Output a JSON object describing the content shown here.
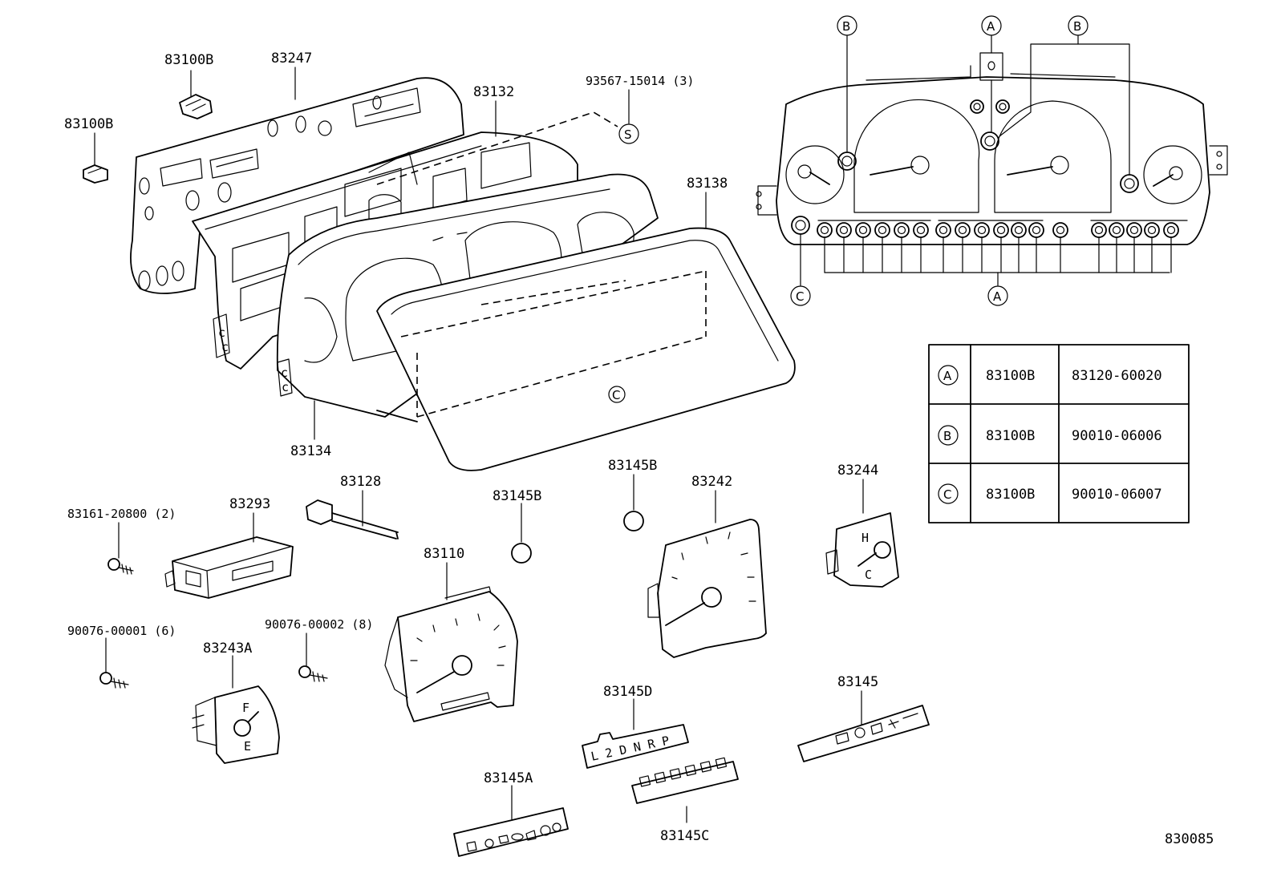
{
  "parts": {
    "p83100B_top": "83100B",
    "p83247": "83247",
    "p83100B_left": "83100B",
    "p83132": "83132",
    "p93567": "93567-15014 (3)",
    "p83138": "83138",
    "p83134": "83134",
    "p83161": "83161-20800 (2)",
    "p83293": "83293",
    "p83128": "83128",
    "p83145B_a": "83145B",
    "p83145B_b": "83145B",
    "p83242": "83242",
    "p83244": "83244",
    "p83110": "83110",
    "p90076_1": "90076-00001 (6)",
    "p90076_2": "90076-00002 (8)",
    "p83243A": "83243A",
    "p83145D": "83145D",
    "p83145": "83145",
    "p83145A": "83145A",
    "p83145C": "83145C"
  },
  "markers": {
    "A": "A",
    "B": "B",
    "C": "C",
    "S": "S"
  },
  "gear_letters": "L 2 D N R P",
  "table": {
    "rows": [
      {
        "key": "A",
        "part": "83100B",
        "number": "83120-60020"
      },
      {
        "key": "B",
        "part": "83100B",
        "number": "90010-06006"
      },
      {
        "key": "C",
        "part": "83100B",
        "number": "90010-06007"
      }
    ]
  },
  "diagram_id": "830085"
}
